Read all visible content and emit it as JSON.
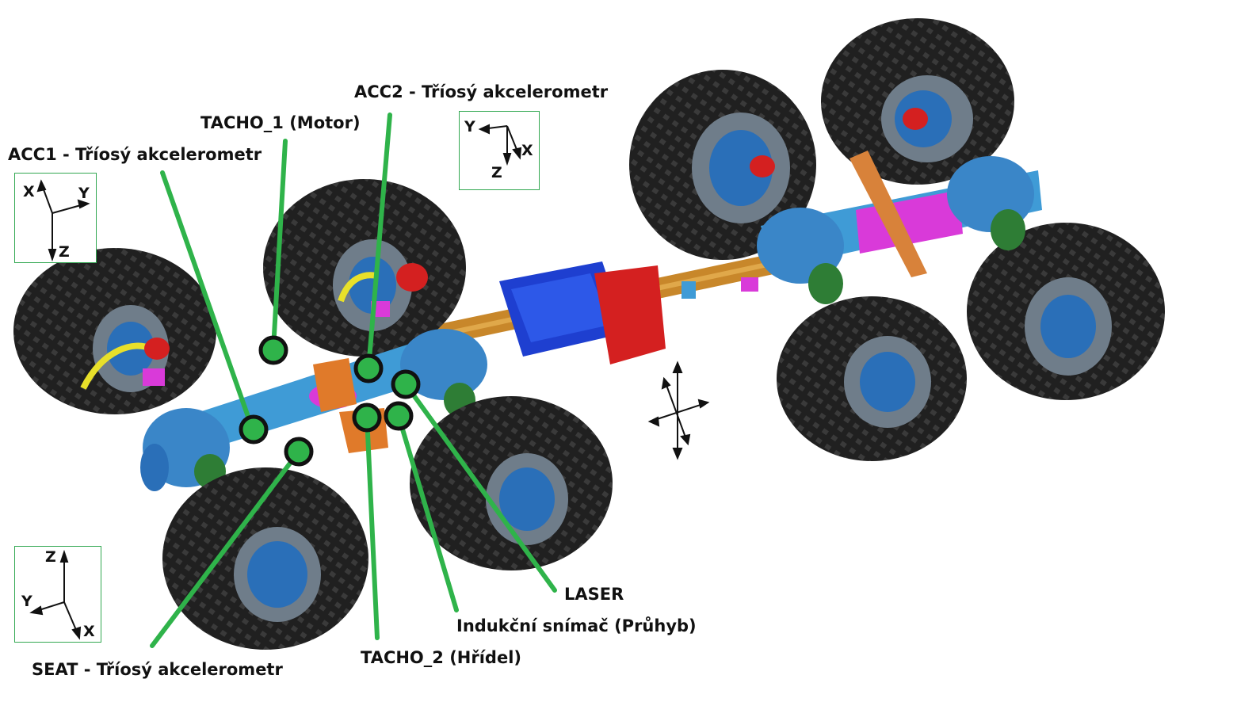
{
  "labels": {
    "acc1": "ACC1 - Tříosý akcelerometr",
    "tacho1": "TACHO_1 (Motor)",
    "acc2": "ACC2 - Tříosý akcelerometr",
    "laser": "LASER",
    "inductive": "Indukční snímač (Průhyb)",
    "tacho2": "TACHO_2 (Hřídel)",
    "seat": "SEAT - Tříosý akcelerometr"
  },
  "axis_frames": [
    {
      "name": "acc1-frame",
      "a": "X",
      "b": "Y",
      "c": "Z"
    },
    {
      "name": "acc2-frame",
      "a": "Y",
      "b": "X",
      "c": "Z"
    },
    {
      "name": "seat-frame",
      "a": "Z",
      "b": "Y",
      "c": "X"
    }
  ],
  "colors": {
    "leader": "#2fb34a",
    "marker_fill": "#2fb34a",
    "marker_ring": "#111111",
    "tire": "#1c1c1c",
    "axle_blue": "#3f9bd6",
    "shaft_orange": "#c8872a",
    "magenta": "#d93ad9",
    "gearbox_blue": "#1e3fd0",
    "gearbox_red": "#d42020",
    "hub_blue": "#2a6fb8"
  }
}
